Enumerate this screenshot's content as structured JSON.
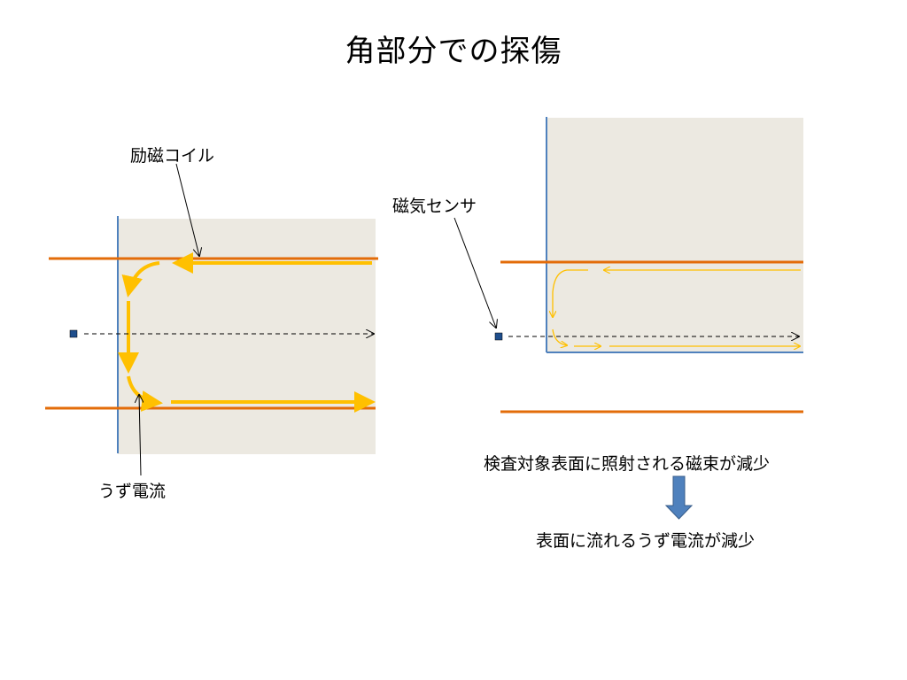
{
  "title": "角部分での探傷",
  "left_diagram": {
    "coil_label": "励磁コイル",
    "current_label": "うず電流"
  },
  "right_diagram": {
    "sensor_label": "磁気センサ"
  },
  "conclusion": {
    "cause": "検査対象表面に照射される磁束が減少",
    "effect": "表面に流れるうず電流が減少"
  },
  "colors": {
    "specimen": "#ece9e1",
    "specimen_edge": "#4f81bd",
    "coil": "#e36c09",
    "eddy_current": "#ffc000",
    "sensor": "#1f4e8c",
    "down_arrow": "#4f81bd"
  }
}
